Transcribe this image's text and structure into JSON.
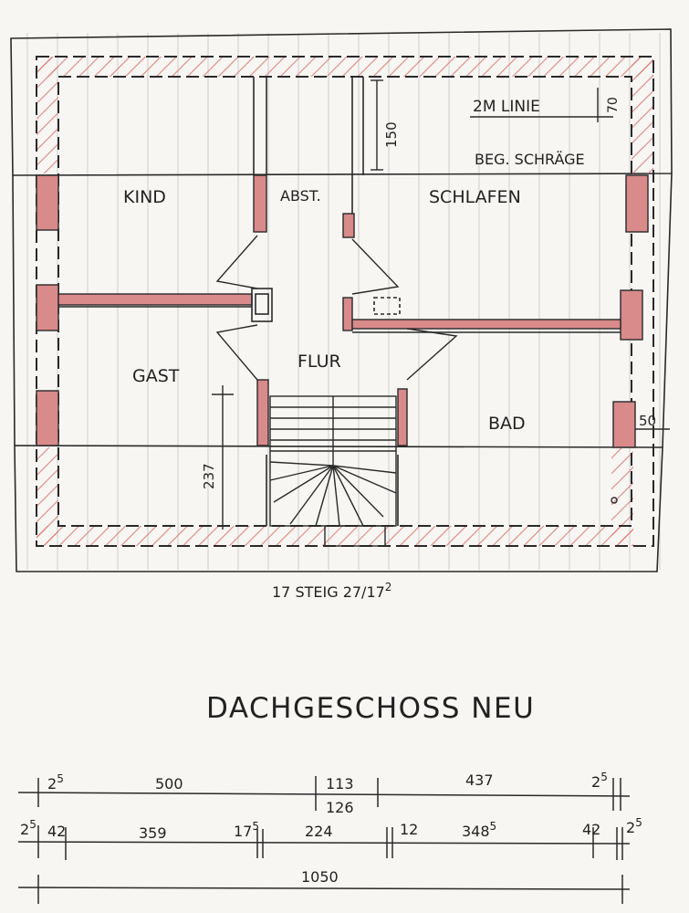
{
  "rooms": {
    "kind": "KIND",
    "abstellraum": "ABST.",
    "schlafen": "SCHLAFEN",
    "gast": "GAST",
    "flur": "FLUR",
    "bad": "BAD"
  },
  "annotations": {
    "linie_2m": "2M LINIE",
    "beg_schraege": "BEG. SCHRÄGE",
    "dim_70": "70",
    "dim_150": "150",
    "dim_50": "50",
    "dim_237": "237",
    "stair_info": "17 STEIG 27/17",
    "stair_info_sup": "2"
  },
  "title": "DACHGESCHOSS NEU",
  "dimensions": {
    "row1": {
      "a_base": "2",
      "a_sup": "5",
      "b": "500",
      "c": "113",
      "c2": "126",
      "d": "437",
      "e_base": "2",
      "e_sup": "5"
    },
    "row2": {
      "a_base": "2",
      "a_sup": "5",
      "b": "42",
      "c": "359",
      "d_base": "17",
      "d_sup": "5",
      "e": "224",
      "f": "12",
      "g_base": "348",
      "g_sup": "5",
      "h": "42",
      "i_base": "2",
      "i_sup": "5"
    },
    "row3": {
      "total": "1050"
    }
  },
  "colors": {
    "line": "#2a2a2a",
    "wall_red": "#d98a8a",
    "hatch_red": "#d9736f",
    "grid": "#c8c8c8"
  }
}
